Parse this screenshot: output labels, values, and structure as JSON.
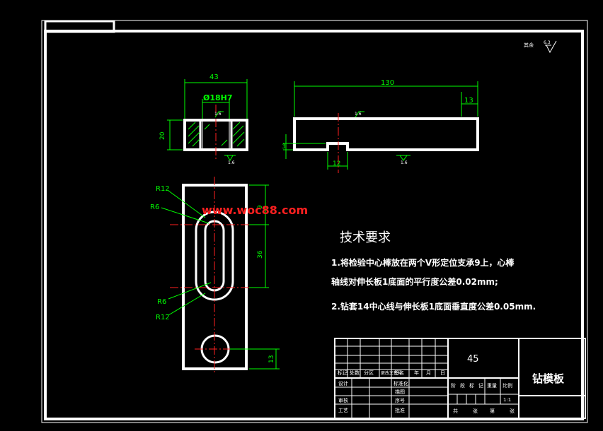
{
  "roughness_general": {
    "prefix": "其余",
    "value": "6.3"
  },
  "front_view": {
    "dim_width": "43",
    "dim_bore": "Ø18H7",
    "dim_height": "20",
    "roughness_top": "1.6",
    "roughness_bottom": "1.6"
  },
  "side_view": {
    "dim_length": "130",
    "dim_right": "13",
    "dim_slot": "12",
    "dim_step": "3",
    "roughness_top": "1.6",
    "roughness_bottom": "1.6"
  },
  "top_view": {
    "r_upper_outer": "R12",
    "r_upper_inner": "R6",
    "r_lower_inner": "R6",
    "r_lower_outer": "R12",
    "dim_a": "9",
    "dim_b": "36",
    "dim_c": "13"
  },
  "watermark": "www.woc88.com",
  "tech_requirements": {
    "heading": "技术要求",
    "item1_line1": "1.将检验中心棒放在两个V形定位支承9上，心棒",
    "item1_line2": "轴线对伸长板1底面的平行度公差0.02mm;",
    "item2": "2.钻套14中心线与伸长板1底面垂直度公差0.05mm."
  },
  "title_block": {
    "material": "45",
    "part_name": "钻模板",
    "row_labels": [
      "标记",
      "处数",
      "分区",
      "更改文件号",
      "签名",
      "年",
      "月",
      "日"
    ],
    "design": "设计",
    "standardization": "标准化",
    "drawing": "描图",
    "check": "审核",
    "craft": "工艺",
    "approve": "批准",
    "serial": "序号",
    "stage_labels": [
      "阶",
      "段",
      "标",
      "记"
    ],
    "weight": "重量",
    "scale_label": "比例",
    "scale": "1:1",
    "sheets": [
      "共",
      "张",
      "第",
      "张"
    ]
  },
  "colors": {
    "line": "#ffffff",
    "dimension": "#00ff00",
    "center": "#ff2020",
    "watermark": "#ff2020"
  }
}
